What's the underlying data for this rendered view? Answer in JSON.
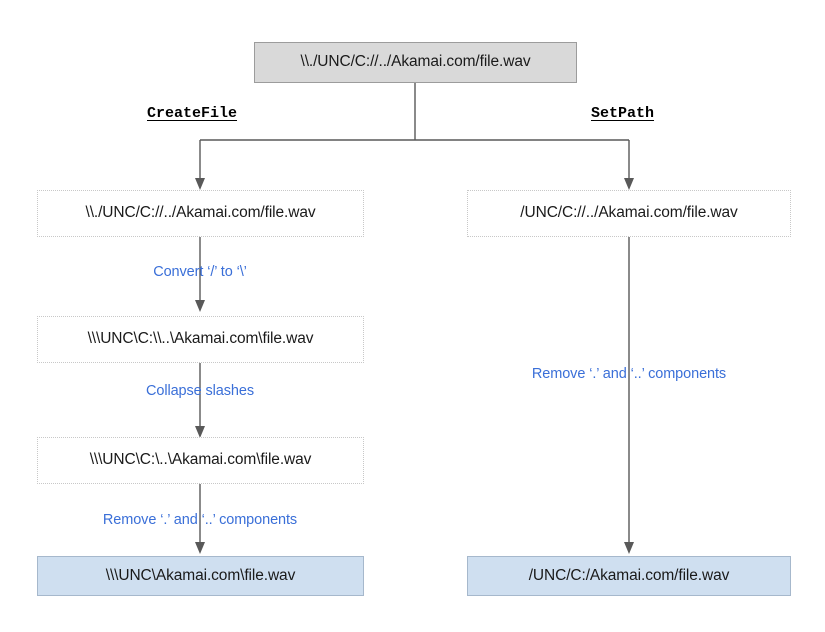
{
  "diagram": {
    "title_text": "\\\\./UNC/C://../Akamai.com/file.wav",
    "colors": {
      "root_fill": "#d9d9d9",
      "step_fill": "#ffffff",
      "result_fill": "#cfdff0",
      "annotation": "#3a6fd8",
      "connector": "#595959"
    },
    "root": {
      "label": "\\\\./UNC/C://../Akamai.com/file.wav"
    },
    "branches": [
      {
        "name": "createfile",
        "label": "CreateFile",
        "steps": [
          {
            "label": "\\\\./UNC/C://../Akamai.com/file.wav"
          },
          {
            "label": "\\\\\\UNC\\C:\\\\..\\Akamai.com\\file.wav"
          },
          {
            "label": "\\\\\\UNC\\C:\\..\\Akamai.com\\file.wav"
          }
        ],
        "transitions": [
          {
            "label": "Convert ‘/’ to ‘\\’"
          },
          {
            "label": "Collapse slashes"
          },
          {
            "label": "Remove ‘.’ and ‘..’ components"
          }
        ],
        "result": {
          "label": "\\\\\\UNC\\Akamai.com\\file.wav"
        }
      },
      {
        "name": "setpath",
        "label": "SetPath",
        "steps": [
          {
            "label": "/UNC/C://../Akamai.com/file.wav"
          }
        ],
        "transitions": [
          {
            "label": "Remove ‘.’ and ‘..’ components"
          }
        ],
        "result": {
          "label": "/UNC/C:/Akamai.com/file.wav"
        }
      }
    ]
  }
}
